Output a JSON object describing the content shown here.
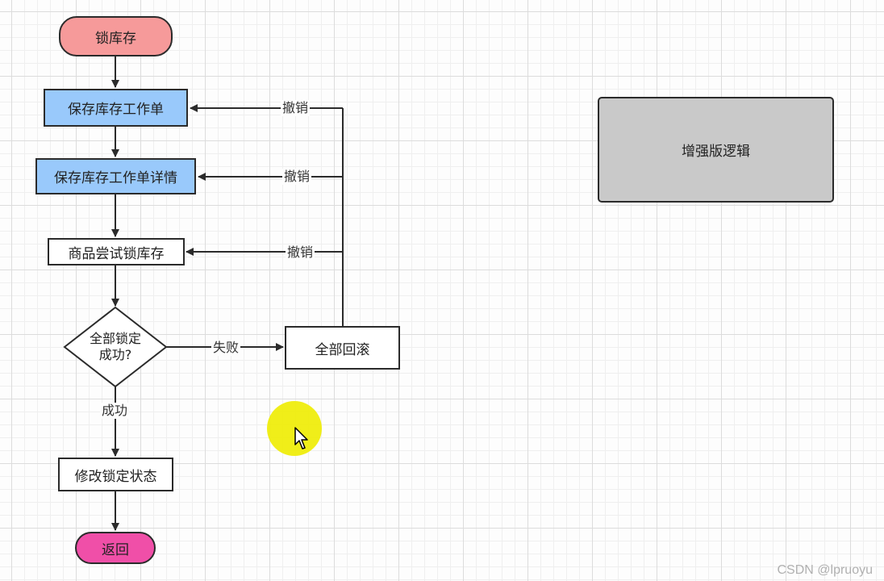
{
  "nodes": {
    "start": "锁库存",
    "save_task": "保存库存工作单",
    "save_task_detail": "保存库存工作单详情",
    "try_lock": "商品尝试锁库存",
    "decision_line1": "全部锁定",
    "decision_line2": "成功?",
    "rollback": "全部回滚",
    "update_status": "修改锁定状态",
    "end": "返回",
    "enhanced": "增强版逻辑"
  },
  "edge_labels": {
    "undo_1": "撤销",
    "undo_2": "撤销",
    "undo_3": "撤销",
    "fail": "失败",
    "success": "成功"
  },
  "colors": {
    "start_fill": "#f69a9a",
    "end_fill": "#f04fa8",
    "process_blue": "#99c9fb",
    "enhanced_grey": "#c9c9c9",
    "cursor_highlight": "#eeec00"
  },
  "watermark": "CSDN @lpruoyu"
}
